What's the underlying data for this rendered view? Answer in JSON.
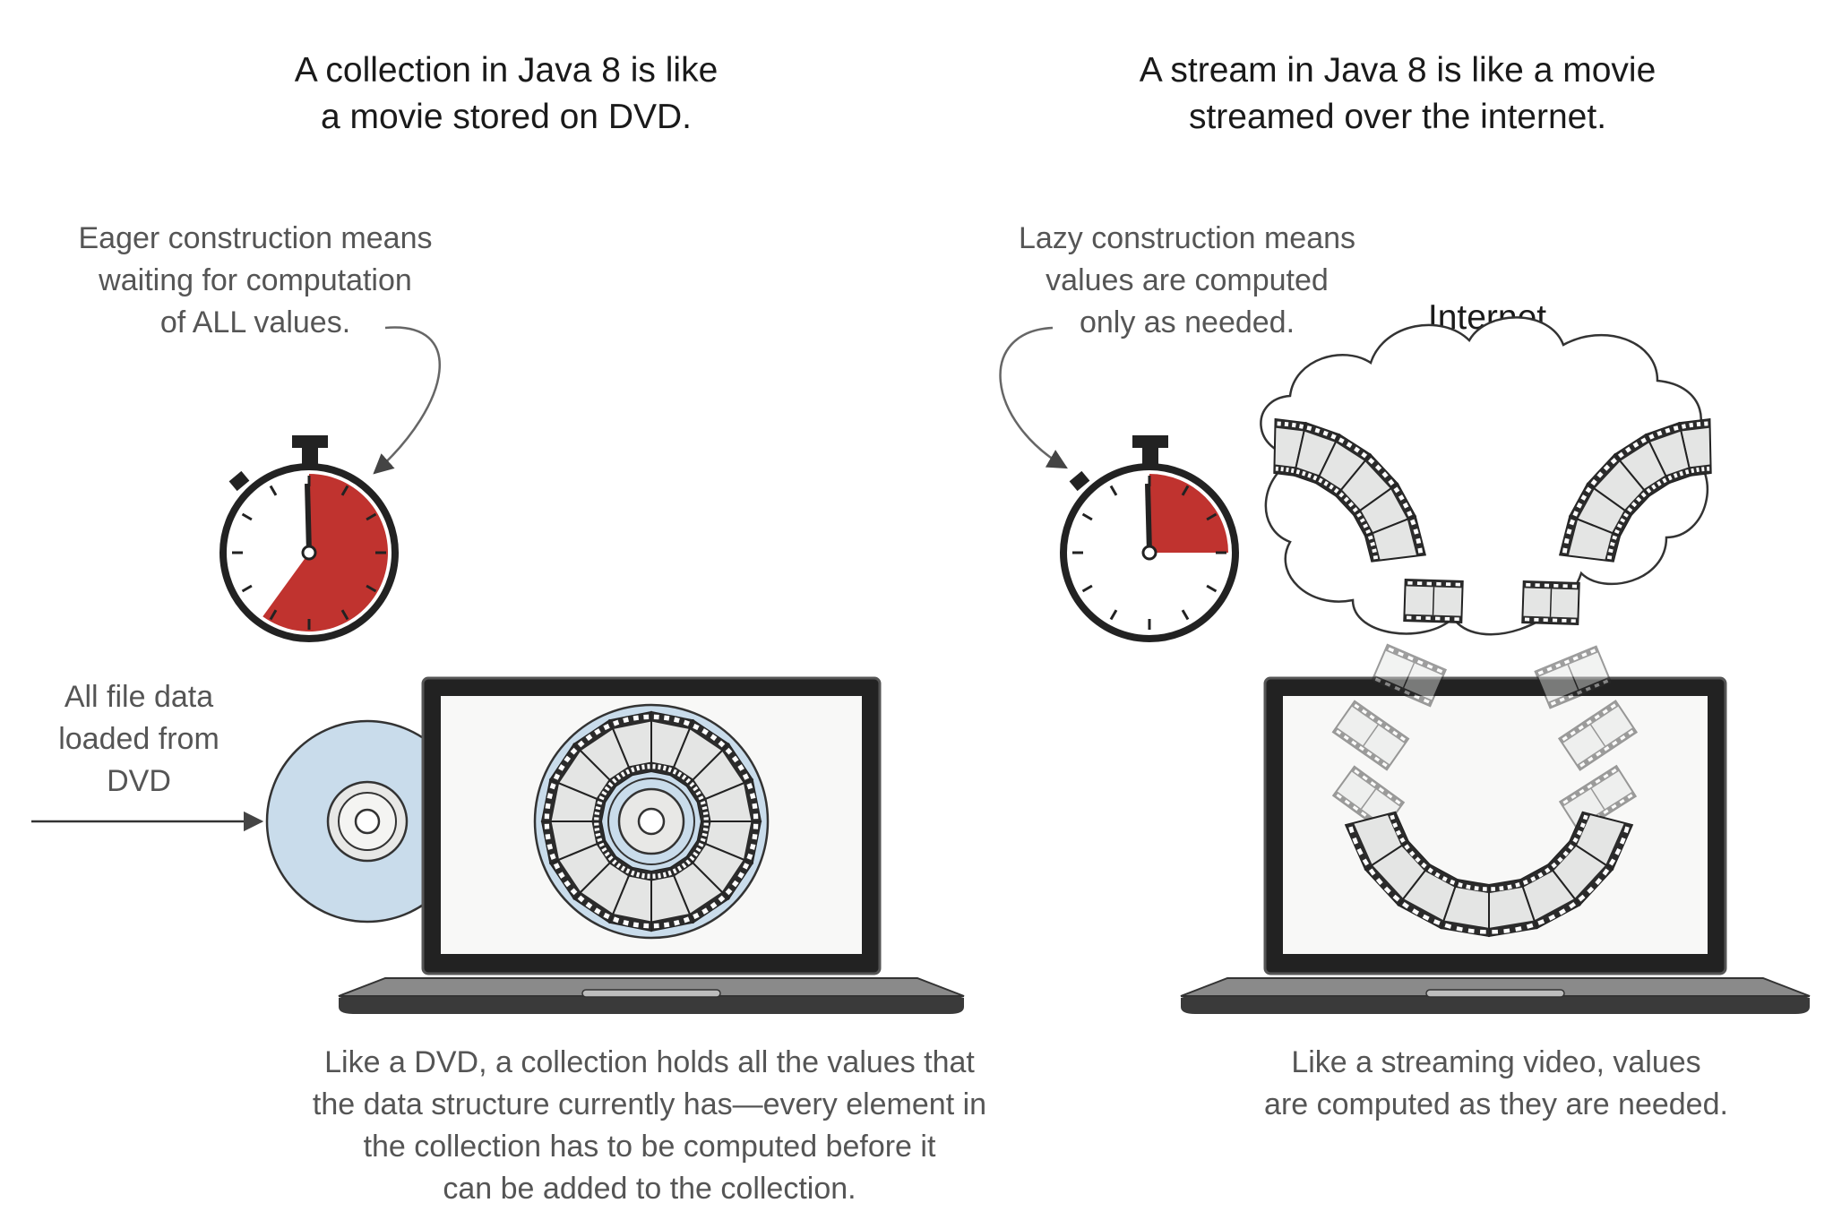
{
  "left": {
    "title_line1": "A collection in Java 8 is like",
    "title_line2": "a movie stored on DVD.",
    "timer_note_line1": "Eager construction means",
    "timer_note_line2": "waiting for computation",
    "timer_note_line3": "of ALL values.",
    "dvd_note_line1": "All file data",
    "dvd_note_line2": "loaded from",
    "dvd_note_line3": "DVD",
    "caption_line1": "Like a DVD, a collection holds all the values that",
    "caption_line2": "the data structure currently has—every element in",
    "caption_line3": "the collection has to be computed before it",
    "caption_line4": "can be added to the collection.",
    "timer_fill_fraction": 0.6
  },
  "right": {
    "title_line1": "A stream in Java 8 is like a movie",
    "title_line2": "streamed over the internet.",
    "timer_note_line1": "Lazy construction means",
    "timer_note_line2": "values are computed",
    "timer_note_line3": "only as needed.",
    "cloud_label": "Internet",
    "caption_line1": "Like a streaming video, values",
    "caption_line2": "are computed as they are needed.",
    "timer_fill_fraction": 0.25
  },
  "colors": {
    "timer_fill": "#c0332f",
    "disc_blue": "#c9dceb",
    "laptop_dark": "#2b2b2b",
    "film_frame": "#e4e5e4"
  }
}
